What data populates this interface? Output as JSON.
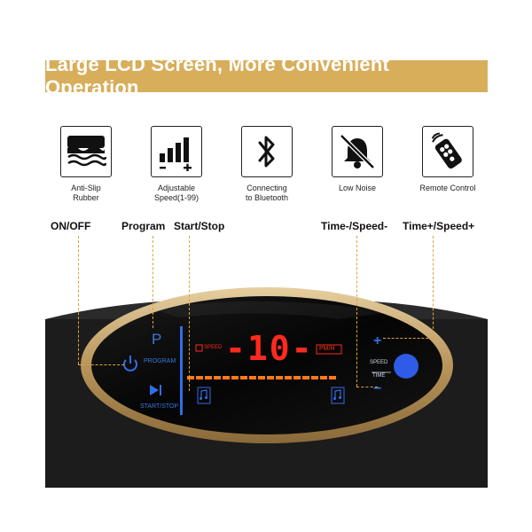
{
  "banner": {
    "title": "Large LCD Screen, More Convenient Operation"
  },
  "features": [
    {
      "label": "Anti-Slip\nRubber",
      "icon": "waves-icon"
    },
    {
      "label": "Adjustable\nSpeed(1-99)",
      "icon": "speed-bars-icon"
    },
    {
      "label": "Connecting\nto Bluetooth",
      "icon": "bluetooth-icon"
    },
    {
      "label": "Low Noise",
      "icon": "muted-bell-icon"
    },
    {
      "label": "Remote Control",
      "icon": "remote-control-icon"
    }
  ],
  "callouts": {
    "on_off": "ON/OFF",
    "program": "Program",
    "start_stop": "Start/Stop",
    "time_speed_minus": "Time-/Speed-",
    "time_speed_plus": "Time+/Speed+"
  },
  "panel": {
    "program_letter": "P",
    "program_label": "PROGRAM",
    "start_stop_label": "START/STOP",
    "speed_tag": "SPEED",
    "display_value": "-10-",
    "unit": "PM/H",
    "speed_label": "SPEED",
    "time_label": "TIME",
    "plus_symbol": "+",
    "minus_symbol": "−"
  },
  "colors": {
    "banner": "#d8ae5b",
    "guide": "#e0a23a",
    "lcd_red": "#ff2a1e",
    "lcd_orange": "#ff7a1a",
    "lcd_blue": "#2f6fe6",
    "gold_rim": "#c9a96b"
  }
}
